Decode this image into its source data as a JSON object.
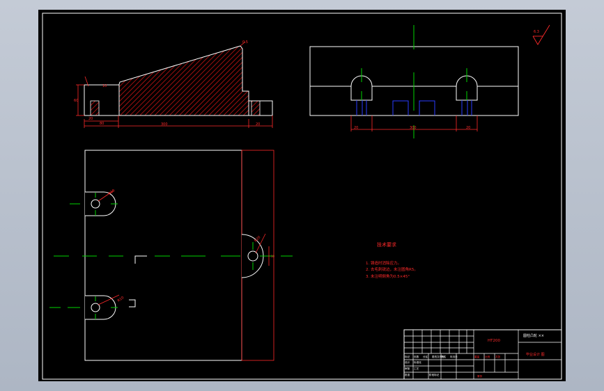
{
  "colors": {
    "frame": "#ffffff",
    "dimension": "#ff2a2a",
    "centerline": "#00d400",
    "hidden": "#2a3cff",
    "hatch": "#c81414",
    "background": "#000000",
    "desktop": "#b4bcc8"
  },
  "side_view": {
    "dims": {
      "height_left": "60",
      "chamfer": "0.5",
      "bottom_a": "20",
      "bottom_b": "80",
      "length": "300",
      "bottom_right": "20",
      "top_small": "10"
    }
  },
  "front_view": {
    "dims": {
      "left": "20",
      "center": "300",
      "right": "20"
    }
  },
  "plan_view": {
    "dims": {
      "hole_top": "R10",
      "hole_bottom": "R10",
      "hole_right": "R20",
      "edge_right": "10"
    }
  },
  "roughness": {
    "value": "6.3"
  },
  "notes": {
    "title": "技术要求",
    "lines": [
      "1. 铸造时消除应力。",
      "2. 去毛刺锐边，未注圆角R5。",
      "3. 未注明倒角为0.5×45°"
    ]
  },
  "title_block": {
    "material": "HT200",
    "part_name": "圆柱凸轮 ××",
    "drawing_no": "毕业设计 图",
    "labels": [
      "标记",
      "处数",
      "分区",
      "更改文件号",
      "签名",
      "年月日",
      "设计",
      "标准化",
      "审核",
      "工艺",
      "批准",
      "阶段标记",
      "重量",
      "比例",
      "共张",
      "第张"
    ]
  }
}
